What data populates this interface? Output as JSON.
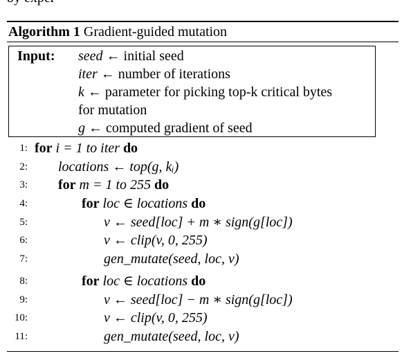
{
  "top_fragment": "by exper",
  "algorithm": {
    "label": "Algorithm 1",
    "title": "Gradient-guided mutation"
  },
  "input": {
    "label": "Input:",
    "lines": [
      {
        "var": "seed",
        "arrow": "←",
        "text": "initial seed"
      },
      {
        "var": "iter",
        "arrow": "←",
        "text": "number of iterations"
      },
      {
        "var": "k",
        "arrow": "←",
        "text": "parameter for picking top-k critical bytes"
      },
      {
        "var": "",
        "arrow": "",
        "text": "for mutation"
      },
      {
        "var": "g",
        "arrow": "←",
        "text": "computed gradient of seed"
      }
    ]
  },
  "lines": [
    {
      "num": "1:",
      "kw1": "for",
      "code": "i = 1 to iter",
      "kw2": "do"
    },
    {
      "num": "2:",
      "kw1": "",
      "code": "locations ← top(g, kᵢ)",
      "kw2": ""
    },
    {
      "num": "3:",
      "kw1": "for",
      "code": "m = 1 to 255",
      "kw2": "do"
    },
    {
      "num": "4:",
      "kw1": "for",
      "code": "loc ∈ locations",
      "kw2": "do"
    },
    {
      "num": "5:",
      "kw1": "",
      "code": "v ← seed[loc] + m ∗ sign(g[loc])",
      "kw2": ""
    },
    {
      "num": "6:",
      "kw1": "",
      "code": "v ← clip(v, 0, 255)",
      "kw2": ""
    },
    {
      "num": "7:",
      "kw1": "",
      "code": "gen_mutate(seed, loc, v)",
      "kw2": ""
    },
    {
      "num": "8:",
      "kw1": "for",
      "code": "loc ∈ locations",
      "kw2": "do"
    },
    {
      "num": "9:",
      "kw1": "",
      "code": "v ← seed[loc] − m ∗ sign(g[loc])",
      "kw2": ""
    },
    {
      "num": "10:",
      "kw1": "",
      "code": "v ← clip(v, 0, 255)",
      "kw2": ""
    },
    {
      "num": "11:",
      "kw1": "",
      "code": "gen_mutate(seed, loc, v)",
      "kw2": ""
    }
  ]
}
